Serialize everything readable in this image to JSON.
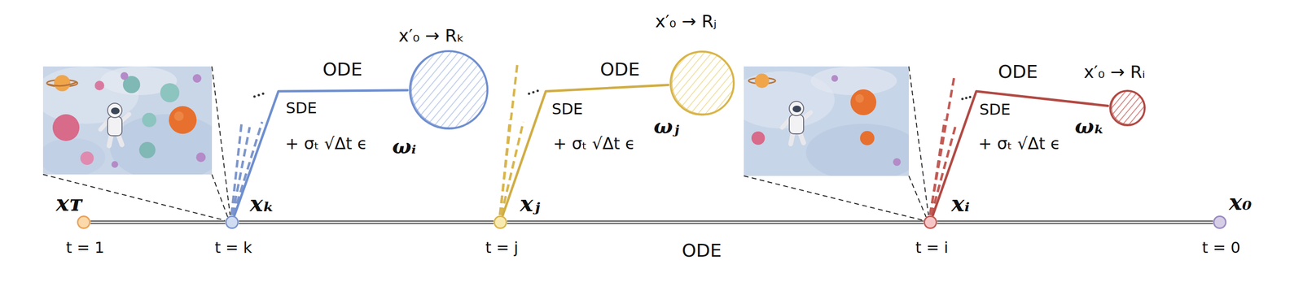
{
  "diagram": {
    "nodes": [
      {
        "text": [
          "xᴛ",
          "t = 1"
        ]
      },
      {
        "text": [
          "xₖ",
          "t = k"
        ]
      },
      {
        "text": [
          "x′₀ → Rₖ",
          "ωᵢ"
        ]
      },
      {
        "text": [
          "xⱼ",
          "t = j"
        ]
      },
      {
        "text": [
          "x′₀ → Rⱼ",
          "ωⱼ"
        ]
      },
      {
        "text": [
          "xᵢ",
          "t = i"
        ]
      },
      {
        "text": [
          "x′₀ → Rᵢ",
          "ωₖ"
        ]
      },
      {
        "text": [
          "x₀",
          "t = 0"
        ]
      }
    ],
    "edges": [
      {
        "from": 0,
        "to": 1,
        "arrow": "none"
      },
      {
        "from": 1,
        "to": 3,
        "arrow": "none"
      },
      {
        "from": 3,
        "to": 5,
        "label": "ODE",
        "arrow": "none"
      },
      {
        "from": 5,
        "to": 7,
        "arrow": "none"
      },
      {
        "from": 1,
        "to": 2,
        "label": "ODE",
        "arrow": "none"
      },
      {
        "from": 3,
        "to": 4,
        "label": "ODE",
        "arrow": "none"
      },
      {
        "from": 5,
        "to": 6,
        "label": "ODE",
        "arrow": "none"
      }
    ],
    "labels": [
      "SDE",
      "+ σₜ √Δt ϵ",
      "SDE",
      "+ σₜ √Δt ϵ",
      "SDE",
      "+ σₜ √Δt ϵ"
    ]
  }
}
